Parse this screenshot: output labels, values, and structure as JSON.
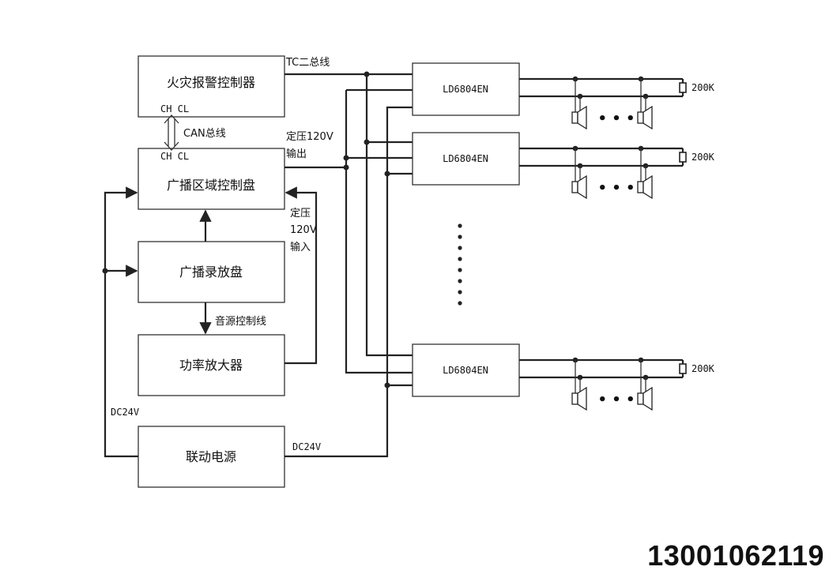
{
  "boxes": {
    "fire_controller": "火灾报警控制器",
    "zone_panel": "广播区域控制盘",
    "recorder": "广播录放盘",
    "amplifier": "功率放大器",
    "power": "联动电源"
  },
  "labels": {
    "ch_cl_top": "CH  CL",
    "ch_cl_bottom": "CH  CL",
    "can_bus": "CAN总线",
    "tc_bus": "TC二总线",
    "out_line1": "定压120V",
    "out_line2": "输出",
    "in_line1": "定压",
    "in_line2": "120V",
    "in_line3": "输入",
    "audio_ctrl": "音源控制线",
    "dc24v_left": "DC24V",
    "dc24v_right": "DC24V"
  },
  "modules": [
    "LD6804EN",
    "LD6804EN",
    "LD6804EN"
  ],
  "resistor_label": "200K",
  "ellipsis": "• • •",
  "phone": "13001062119"
}
